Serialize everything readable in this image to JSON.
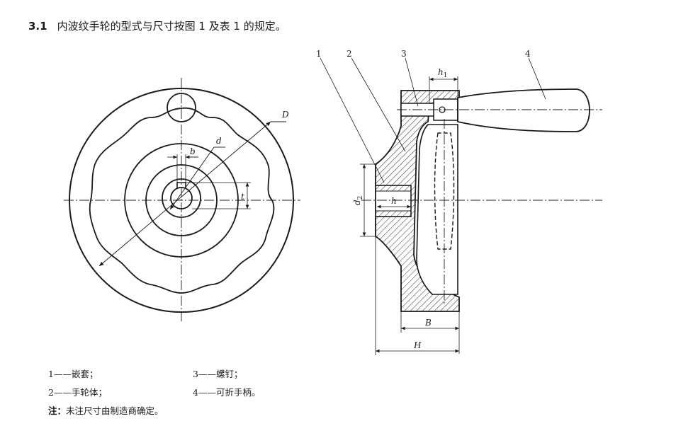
{
  "heading": {
    "number": "3.1",
    "text": "内波纹手轮的型式与尺寸按图 1 及表 1 的规定。"
  },
  "figure": {
    "callouts": [
      "1",
      "2",
      "3",
      "4"
    ],
    "dimensions": {
      "D": "D",
      "d": "d",
      "b": "b",
      "t": "t",
      "h1": "h",
      "h1_sub": "1",
      "d2": "d",
      "d2_sub": "2",
      "h": "h",
      "B": "B",
      "H": "H"
    }
  },
  "legend": {
    "items": [
      "1——嵌套；",
      "3——螺钉；",
      "2——手轮体；",
      "4——可折手柄。"
    ]
  },
  "note": {
    "label": "注：",
    "text": "未注尺寸由制造商确定。"
  },
  "colors": {
    "ink": "#1a1a1a",
    "hatch": "#333333",
    "background": "#ffffff"
  }
}
